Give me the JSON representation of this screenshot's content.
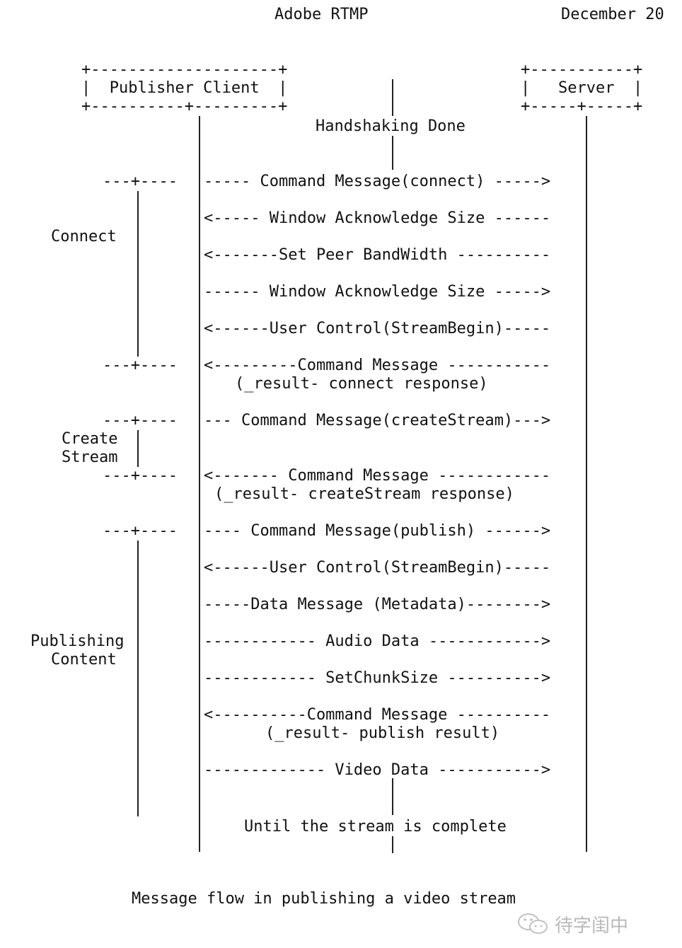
{
  "header": {
    "left": "Adobe RTMP",
    "right": "December 20"
  },
  "boxes": {
    "client": {
      "top": "+--------------------+",
      "label": "|  Publisher Client  |",
      "bottom": "+----------+---------+"
    },
    "server": {
      "top": "+-----------+",
      "label": "|   Server  |",
      "bottom": "+-----+-----+"
    }
  },
  "events": {
    "handshake": "Handshaking Done",
    "until": "Until the stream is complete"
  },
  "phases": {
    "connect": {
      "label": "Connect",
      "start_tick": "---+----",
      "end_tick": "---+----"
    },
    "create_stream": {
      "label_line1": "Create",
      "label_line2": "Stream",
      "start_tick": "---+----",
      "end_tick": "---+----"
    },
    "publishing": {
      "label_line1": "Publishing",
      "label_line2": "Content",
      "start_tick": "---+----"
    }
  },
  "messages": [
    {
      "text": "----- Command Message(connect) ----->"
    },
    {
      "text": "<----- Window Acknowledge Size ------"
    },
    {
      "text": "<-------Set Peer BandWidth ----------"
    },
    {
      "text": "------ Window Acknowledge Size ----->"
    },
    {
      "text": "<------User Control(StreamBegin)-----"
    },
    {
      "text": "<---------Command Message -----------",
      "sub": "(_result- connect response)"
    },
    {
      "text": "--- Command Message(createStream)--->"
    },
    {
      "text": "<------- Command Message ------------",
      "sub": "(_result- createStream response)"
    },
    {
      "text": "---- Command Message(publish) ------>"
    },
    {
      "text": "<------User Control(StreamBegin)-----"
    },
    {
      "text": "-----Data Message (Metadata)-------->"
    },
    {
      "text": "------------ Audio Data ------------>"
    },
    {
      "text": "------------ SetChunkSize ---------->"
    },
    {
      "text": "<----------Command Message ----------",
      "sub": "(_result- publish result)"
    },
    {
      "text": "------------- Video Data ----------->"
    }
  ],
  "caption": "Message flow in publishing a video stream",
  "watermark": {
    "icon": "wechat-icon",
    "text": "待字闺中"
  }
}
